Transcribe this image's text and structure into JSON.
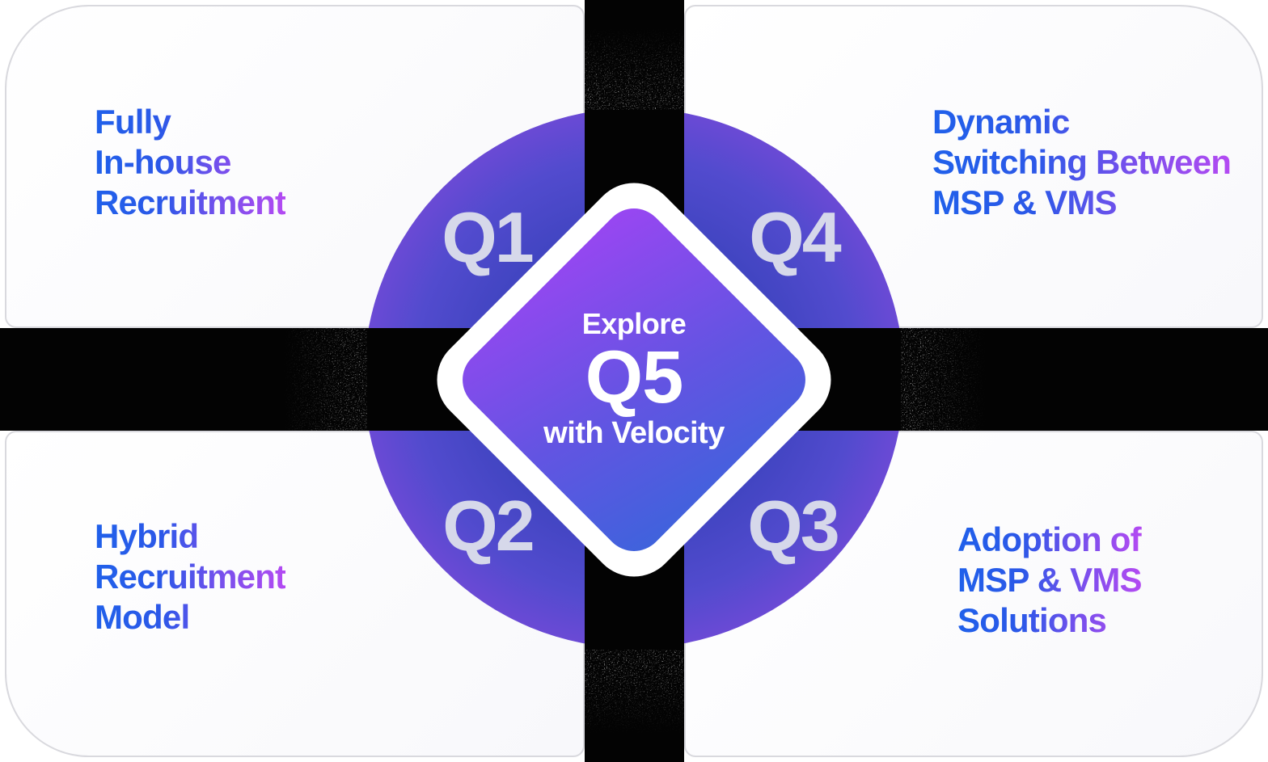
{
  "diagram": {
    "type": "quadrant-infographic",
    "center": {
      "line_top": "Explore",
      "line_main": "Q5",
      "line_bottom": "with Velocity"
    },
    "quadrants": {
      "q1": {
        "label": "Q1",
        "title_lines": [
          "Fully",
          "In-house",
          "Recruitment"
        ]
      },
      "q2": {
        "label": "Q2",
        "title_lines": [
          "Hybrid",
          "Recruitment",
          "Model"
        ]
      },
      "q3": {
        "label": "Q3",
        "title_lines": [
          "Adoption of",
          "MSP & VMS",
          "Solutions"
        ]
      },
      "q4": {
        "label": "Q4",
        "title_lines": [
          "Dynamic",
          "Switching Between",
          "MSP & VMS"
        ]
      }
    },
    "palette": {
      "heading_gradient_start": "#2060ea",
      "heading_gradient_end": "#b44af2",
      "circle_inner": "#3a42bc",
      "circle_rim": "#9c4be9",
      "diamond_gradient_start": "#9a46f2",
      "diamond_gradient_end": "#3e63dc",
      "diamond_border": "#ffffff",
      "quarter_label_color": "#d6d8ea",
      "cross_color": "#030303",
      "card_color": "#ffffff"
    }
  }
}
